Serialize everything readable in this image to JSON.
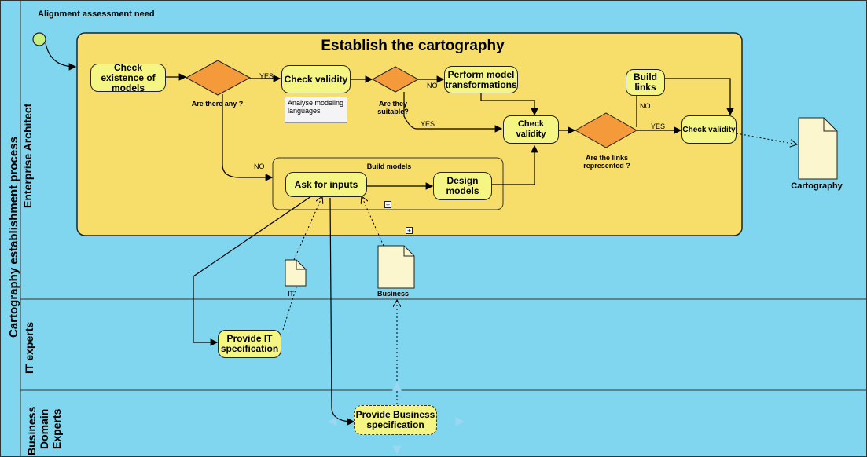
{
  "pool": {
    "title": "Cartography establishment process",
    "top_label": "Alignment assessment need"
  },
  "lanes": [
    "Enterprise Architect",
    "IT experts",
    "Business Domain Experts"
  ],
  "lanes_lines": {
    "business": [
      "Business",
      "Domain",
      "Experts"
    ]
  },
  "subprocess": {
    "title": "Establish the cartography"
  },
  "inner_subprocess": {
    "title": "Build models"
  },
  "tasks": {
    "check_existence": "Check existence of models",
    "check_validity_1": "Check validity",
    "perform_transform": "Perform model transformations",
    "build_links": "Build links",
    "check_validity_2": "Check validity",
    "check_validity_3": "Check validity",
    "ask_inputs": "Ask for inputs",
    "design_models": "Design models",
    "provide_it": "Provide IT specification",
    "provide_business": "Provide Business specification"
  },
  "gateways": {
    "g1": "Are there any ?",
    "g2": "Are they suitable?",
    "g3": "Are the links represented ?"
  },
  "flow_labels": {
    "yes1": "YES",
    "no1": "NO",
    "yes2": "YES",
    "no2": "NO",
    "no3": "NO",
    "yes3": "YES"
  },
  "annotation": "Analyse modeling languages",
  "artifacts": {
    "cartography": "Cartography",
    "it": "IT",
    "business": "Business"
  },
  "colors": {
    "background": "#7fd6ee",
    "subprocess": "#f7dd6a",
    "task": "#f5f583",
    "gateway": "#f59a3a",
    "start": "#c8f07a"
  }
}
